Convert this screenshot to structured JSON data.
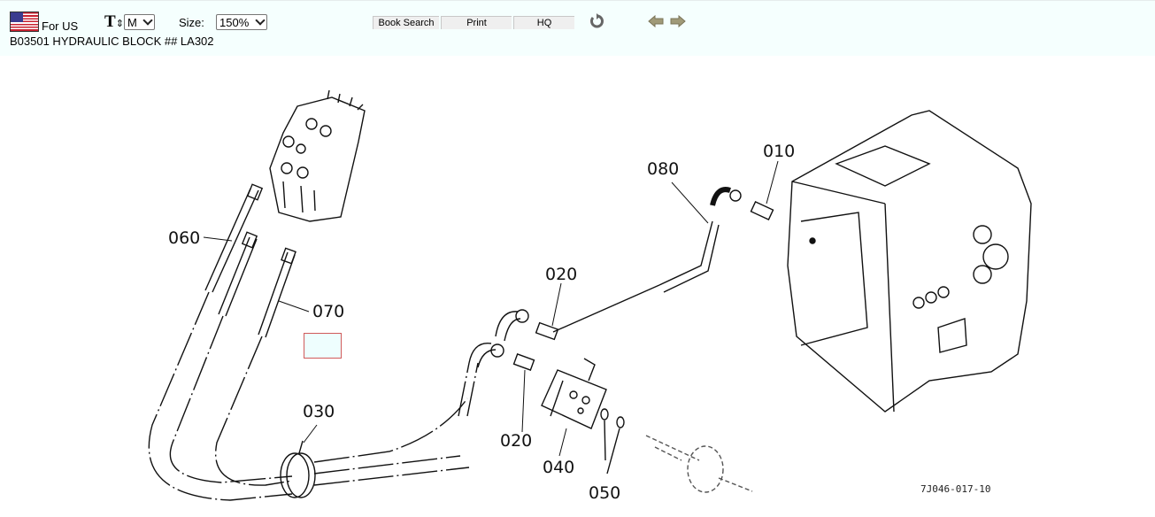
{
  "header": {
    "region": {
      "icon": "us-flag-icon",
      "label": "For US"
    },
    "text_size": {
      "icon": "text-size-icon",
      "selected": "M"
    },
    "zoom": {
      "label": "Size:",
      "selected": "150%"
    },
    "buttons": {
      "book_search": "Book Search",
      "print": "Print",
      "hq": "HQ"
    },
    "icons": {
      "reload": "reload-icon",
      "back": "arrow-left-icon",
      "forward": "arrow-right-icon"
    },
    "section_title": "B03501 HYDRAULIC BLOCK ## LA302"
  },
  "diagram": {
    "callouts": [
      "010",
      "020",
      "020",
      "030",
      "040",
      "050",
      "060",
      "070",
      "080"
    ],
    "reference_code": "7J046-017-10"
  }
}
